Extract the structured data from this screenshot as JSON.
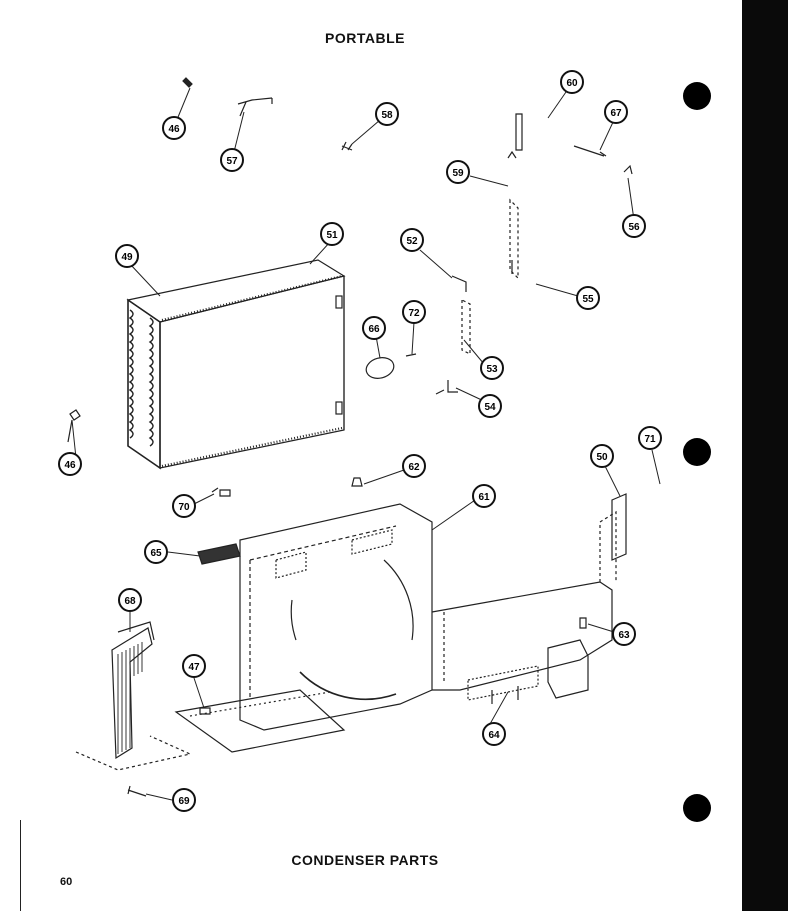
{
  "header": {
    "title": "PORTABLE"
  },
  "footer": {
    "title": "CONDENSER PARTS",
    "page_number": "60"
  },
  "callouts": [
    "46",
    "57",
    "58",
    "60",
    "67",
    "59",
    "56",
    "49",
    "51",
    "52",
    "55",
    "66",
    "72",
    "53",
    "54",
    "46",
    "70",
    "62",
    "71",
    "50",
    "61",
    "65",
    "68",
    "47",
    "63",
    "64",
    "69"
  ]
}
